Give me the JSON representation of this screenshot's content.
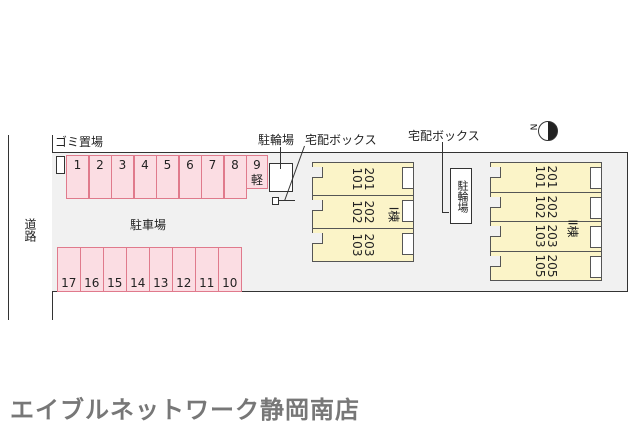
{
  "labels": {
    "road": "道路",
    "garbage": "ゴミ置場",
    "parking": "駐車場",
    "bike1": "駐輪場",
    "delivery1": "宅配ボックス",
    "delivery2": "宅配ボックス",
    "bike2": "駐輪場"
  },
  "parking_top": [
    "1",
    "2",
    "3",
    "4",
    "5",
    "6",
    "7",
    "8"
  ],
  "parking_nine": {
    "num": "9",
    "note": "軽"
  },
  "parking_bottom": [
    "17",
    "16",
    "15",
    "14",
    "13",
    "12",
    "11",
    "10"
  ],
  "building1": {
    "name": "Ⅰ棟",
    "units": [
      "201 101",
      "202 102",
      "203 103"
    ]
  },
  "building2": {
    "name": "Ⅱ棟",
    "units": [
      "201 101",
      "202 102",
      "203 103",
      "205 105"
    ]
  },
  "compass": "N",
  "footer": "エイブルネットワーク静岡南店"
}
